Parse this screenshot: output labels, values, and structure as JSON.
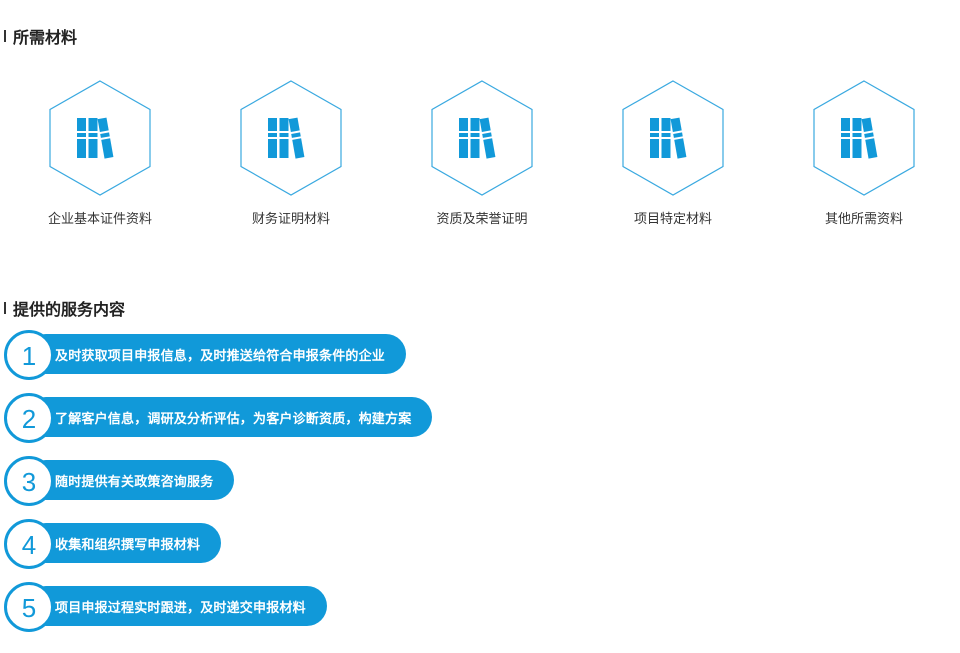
{
  "materials_section": {
    "title": "所需材料",
    "items": [
      {
        "label": "企业基本证件资料",
        "icon": "books-icon"
      },
      {
        "label": "财务证明材料",
        "icon": "books-icon"
      },
      {
        "label": "资质及荣誉证明",
        "icon": "books-icon"
      },
      {
        "label": "项目特定材料",
        "icon": "books-icon"
      },
      {
        "label": "其他所需资料",
        "icon": "books-icon"
      }
    ]
  },
  "services_section": {
    "title": "提供的服务内容",
    "items": [
      {
        "number": "1",
        "text": "及时获取项目申报信息，及时推送给符合申报条件的企业"
      },
      {
        "number": "2",
        "text": "了解客户信息，调研及分析评估，为客户诊断资质，构建方案"
      },
      {
        "number": "3",
        "text": "随时提供有关政策咨询服务"
      },
      {
        "number": "4",
        "text": "收集和组织撰写申报材料"
      },
      {
        "number": "5",
        "text": "项目申报过程实时跟进，及时递交申报材料"
      }
    ]
  },
  "colors": {
    "accent": "#1199d9",
    "hex_border": "#3aa9e0",
    "text": "#333333",
    "background": "#ffffff"
  }
}
